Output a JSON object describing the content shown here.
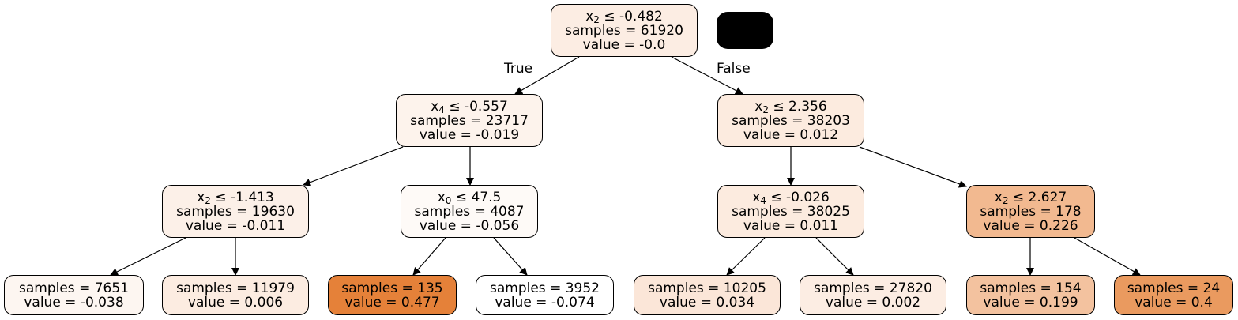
{
  "tree": {
    "edge_labels": {
      "true_label": "True",
      "false_label": "False"
    },
    "legend": {
      "color": "#000000"
    },
    "nodes": {
      "n0": {
        "var": "x",
        "sub": "2",
        "op": "≤",
        "threshold": "-0.482",
        "samples": "samples = 61920",
        "value": "value = -0.0",
        "fill": "#fcede3"
      },
      "n1": {
        "var": "x",
        "sub": "4",
        "op": "≤",
        "threshold": "-0.557",
        "samples": "samples = 23717",
        "value": "value = -0.019",
        "fill": "#fdf3ec"
      },
      "n2": {
        "var": "x",
        "sub": "2",
        "op": "≤",
        "threshold": "2.356",
        "samples": "samples = 38203",
        "value": "value = 0.012",
        "fill": "#fcebdf"
      },
      "n3": {
        "var": "x",
        "sub": "2",
        "op": "≤",
        "threshold": "-1.413",
        "samples": "samples = 19630",
        "value": "value = -0.011",
        "fill": "#fcf0e8"
      },
      "n4": {
        "var": "x",
        "sub": "0",
        "op": "≤",
        "threshold": "47.5",
        "samples": "samples = 4087",
        "value": "value = -0.056",
        "fill": "#fefaf7"
      },
      "n5": {
        "var": "x",
        "sub": "4",
        "op": "≤",
        "threshold": "-0.026",
        "samples": "samples = 38025",
        "value": "value = 0.011",
        "fill": "#fcebdf"
      },
      "n6": {
        "var": "x",
        "sub": "2",
        "op": "≤",
        "threshold": "2.627",
        "samples": "samples = 178",
        "value": "value = 0.226",
        "fill": "#f2b990"
      },
      "n7": {
        "samples": "samples = 7651",
        "value": "value = -0.038",
        "fill": "#fdf6f1"
      },
      "n8": {
        "samples": "samples = 11979",
        "value": "value = 0.006",
        "fill": "#fcece1"
      },
      "n9": {
        "samples": "samples = 135",
        "value": "value = 0.477",
        "fill": "#e58139"
      },
      "n10": {
        "samples": "samples = 3952",
        "value": "value = -0.074",
        "fill": "#ffffff"
      },
      "n11": {
        "samples": "samples = 10205",
        "value": "value = 0.034",
        "fill": "#fbe6d8"
      },
      "n12": {
        "samples": "samples = 27820",
        "value": "value = 0.002",
        "fill": "#fcede3"
      },
      "n13": {
        "samples": "samples = 154",
        "value": "value = 0.199",
        "fill": "#f3c29f"
      },
      "n14": {
        "samples": "samples = 24",
        "value": "value = 0.4",
        "fill": "#ea9a5f"
      }
    }
  }
}
